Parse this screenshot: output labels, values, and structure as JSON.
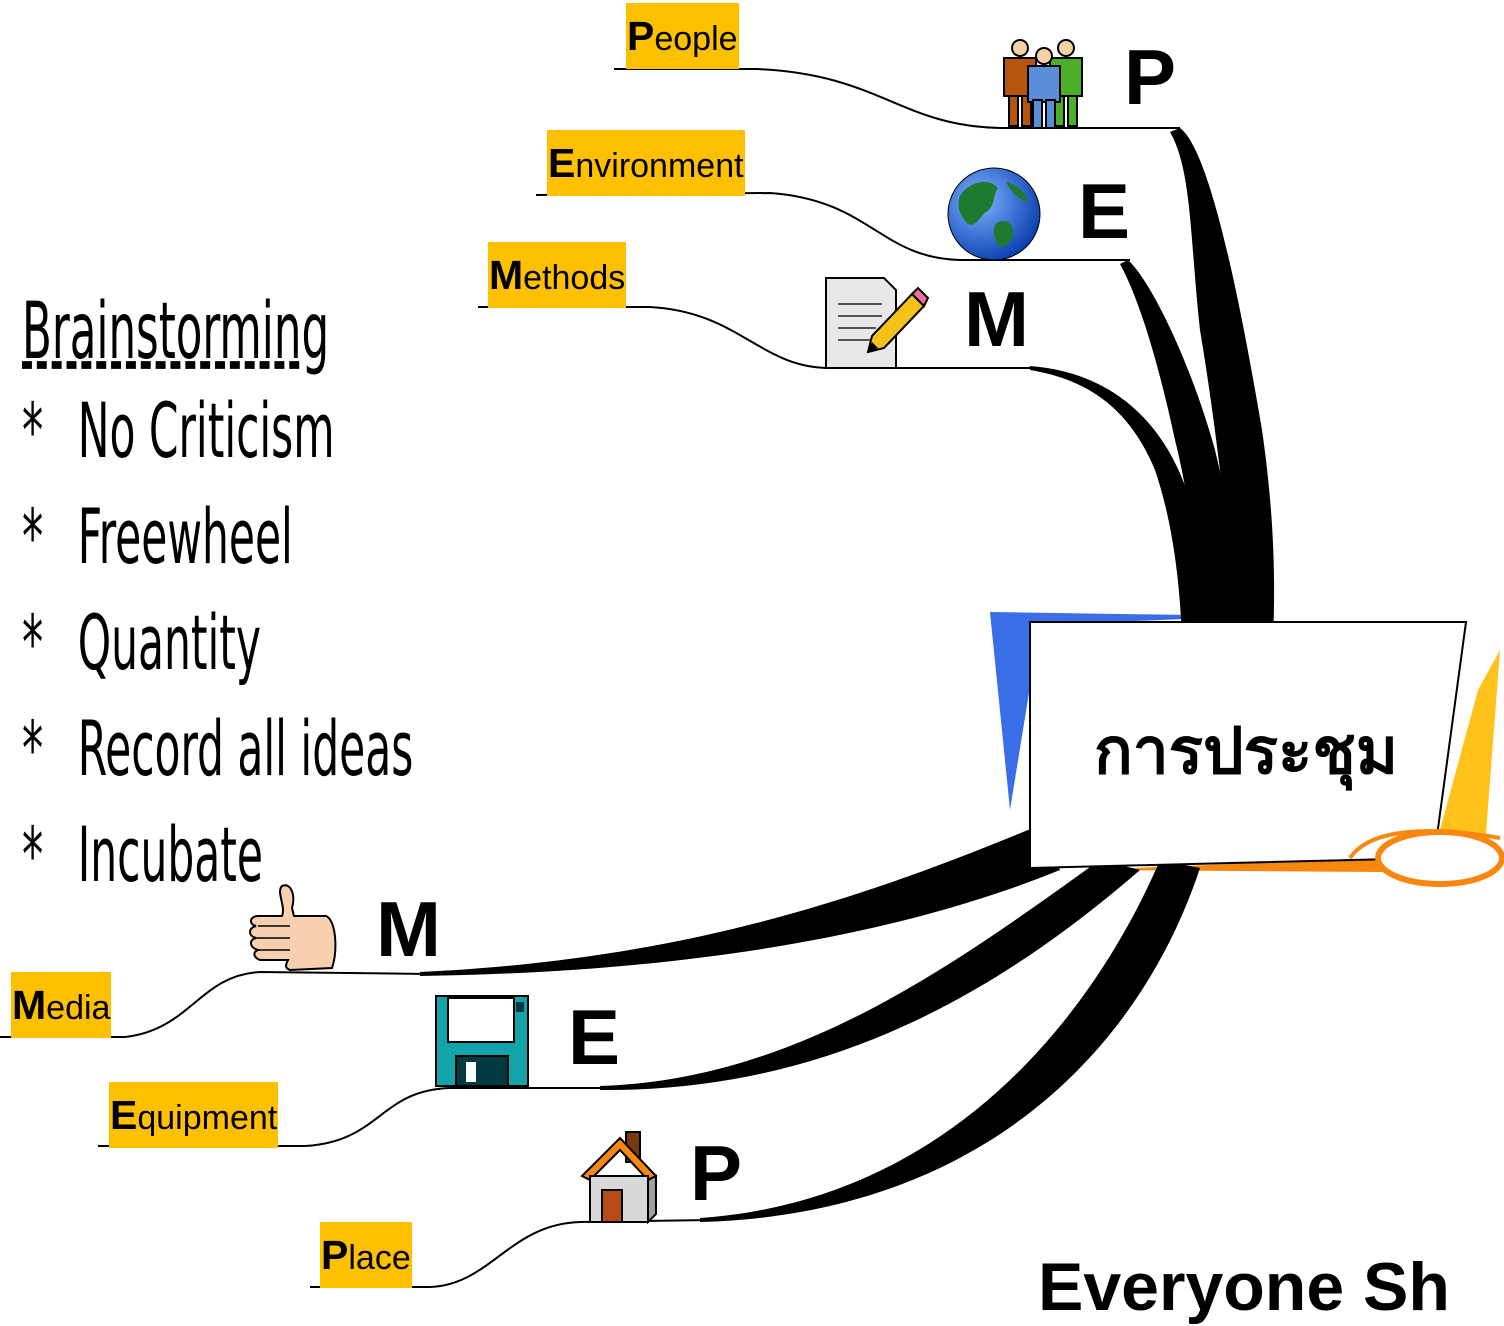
{
  "center": {
    "title": "การประชุม"
  },
  "branches": [
    {
      "id": "people",
      "initial": "P",
      "rest": "eople",
      "letter": "P",
      "icon": "people-icon"
    },
    {
      "id": "environment",
      "initial": "E",
      "rest": "nvironment",
      "letter": "E",
      "icon": "globe-icon"
    },
    {
      "id": "methods",
      "initial": "M",
      "rest": "ethods",
      "letter": "M",
      "icon": "document-pencil-icon"
    },
    {
      "id": "media",
      "initial": "M",
      "rest": "edia",
      "letter": "M",
      "icon": "thumbs-up-hand-icon"
    },
    {
      "id": "equipment",
      "initial": "E",
      "rest": "quipment",
      "letter": "E",
      "icon": "floppy-disk-icon"
    },
    {
      "id": "place",
      "initial": "P",
      "rest": "lace",
      "letter": "P",
      "icon": "house-icon"
    }
  ],
  "brainstorming": {
    "title": "Brainstorming",
    "bullet": "*",
    "items": [
      "No Criticism",
      "Freewheel",
      "Quantity",
      "Record all ideas",
      "Incubate"
    ]
  },
  "footer": {
    "text": "Everyone Sh"
  }
}
